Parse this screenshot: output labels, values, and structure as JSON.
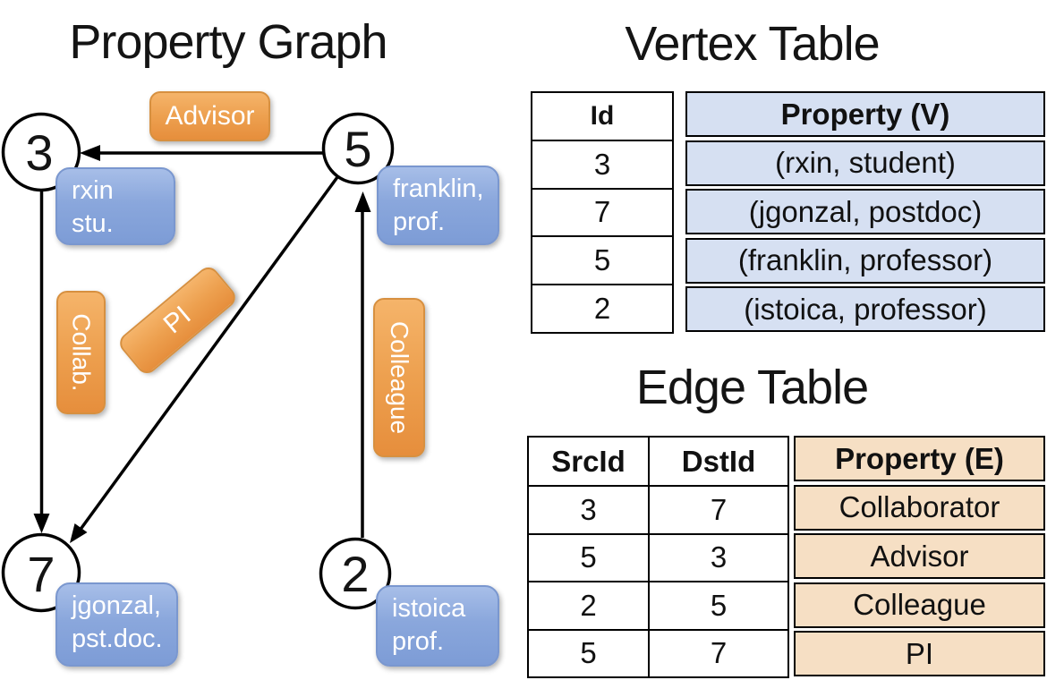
{
  "titles": {
    "graph": "Property Graph",
    "vertex": "Vertex Table",
    "edge": "Edge Table"
  },
  "colors": {
    "edge_label_orange": "#eda04f",
    "vertex_label_blue": "#8aa7dc",
    "vertex_prop_cell_fill": "#d6e0f2",
    "edge_prop_cell_fill": "#f6dfc4",
    "table_border": "#000000",
    "label_text": "#ffffff"
  },
  "graph": {
    "nodes": {
      "n3": {
        "id": "3"
      },
      "n5": {
        "id": "5"
      },
      "n7": {
        "id": "7"
      },
      "n2": {
        "id": "2"
      }
    },
    "node_labels": {
      "rxin": {
        "line1": "rxin",
        "line2": "stu."
      },
      "franklin": {
        "line1": "franklin,",
        "line2": "prof."
      },
      "jgonzal": {
        "line1": "jgonzal,",
        "line2": "pst.doc."
      },
      "istoica": {
        "line1": "istoica",
        "line2": "prof."
      }
    },
    "edge_labels": {
      "advisor": "Advisor",
      "collab": "Collab.",
      "pi": "PI",
      "colleague": "Colleague"
    }
  },
  "vertex_table": {
    "columns": {
      "id": "Id",
      "property": "Property (V)"
    },
    "rows": [
      {
        "id": "3",
        "property": "(rxin, student)"
      },
      {
        "id": "7",
        "property": "(jgonzal, postdoc)"
      },
      {
        "id": "5",
        "property": "(franklin, professor)"
      },
      {
        "id": "2",
        "property": "(istoica, professor)"
      }
    ]
  },
  "edge_table": {
    "columns": {
      "src": "SrcId",
      "dst": "DstId",
      "property": "Property (E)"
    },
    "rows": [
      {
        "src": "3",
        "dst": "7",
        "property": "Collaborator"
      },
      {
        "src": "5",
        "dst": "3",
        "property": "Advisor"
      },
      {
        "src": "2",
        "dst": "5",
        "property": "Colleague"
      },
      {
        "src": "5",
        "dst": "7",
        "property": "PI"
      }
    ]
  }
}
